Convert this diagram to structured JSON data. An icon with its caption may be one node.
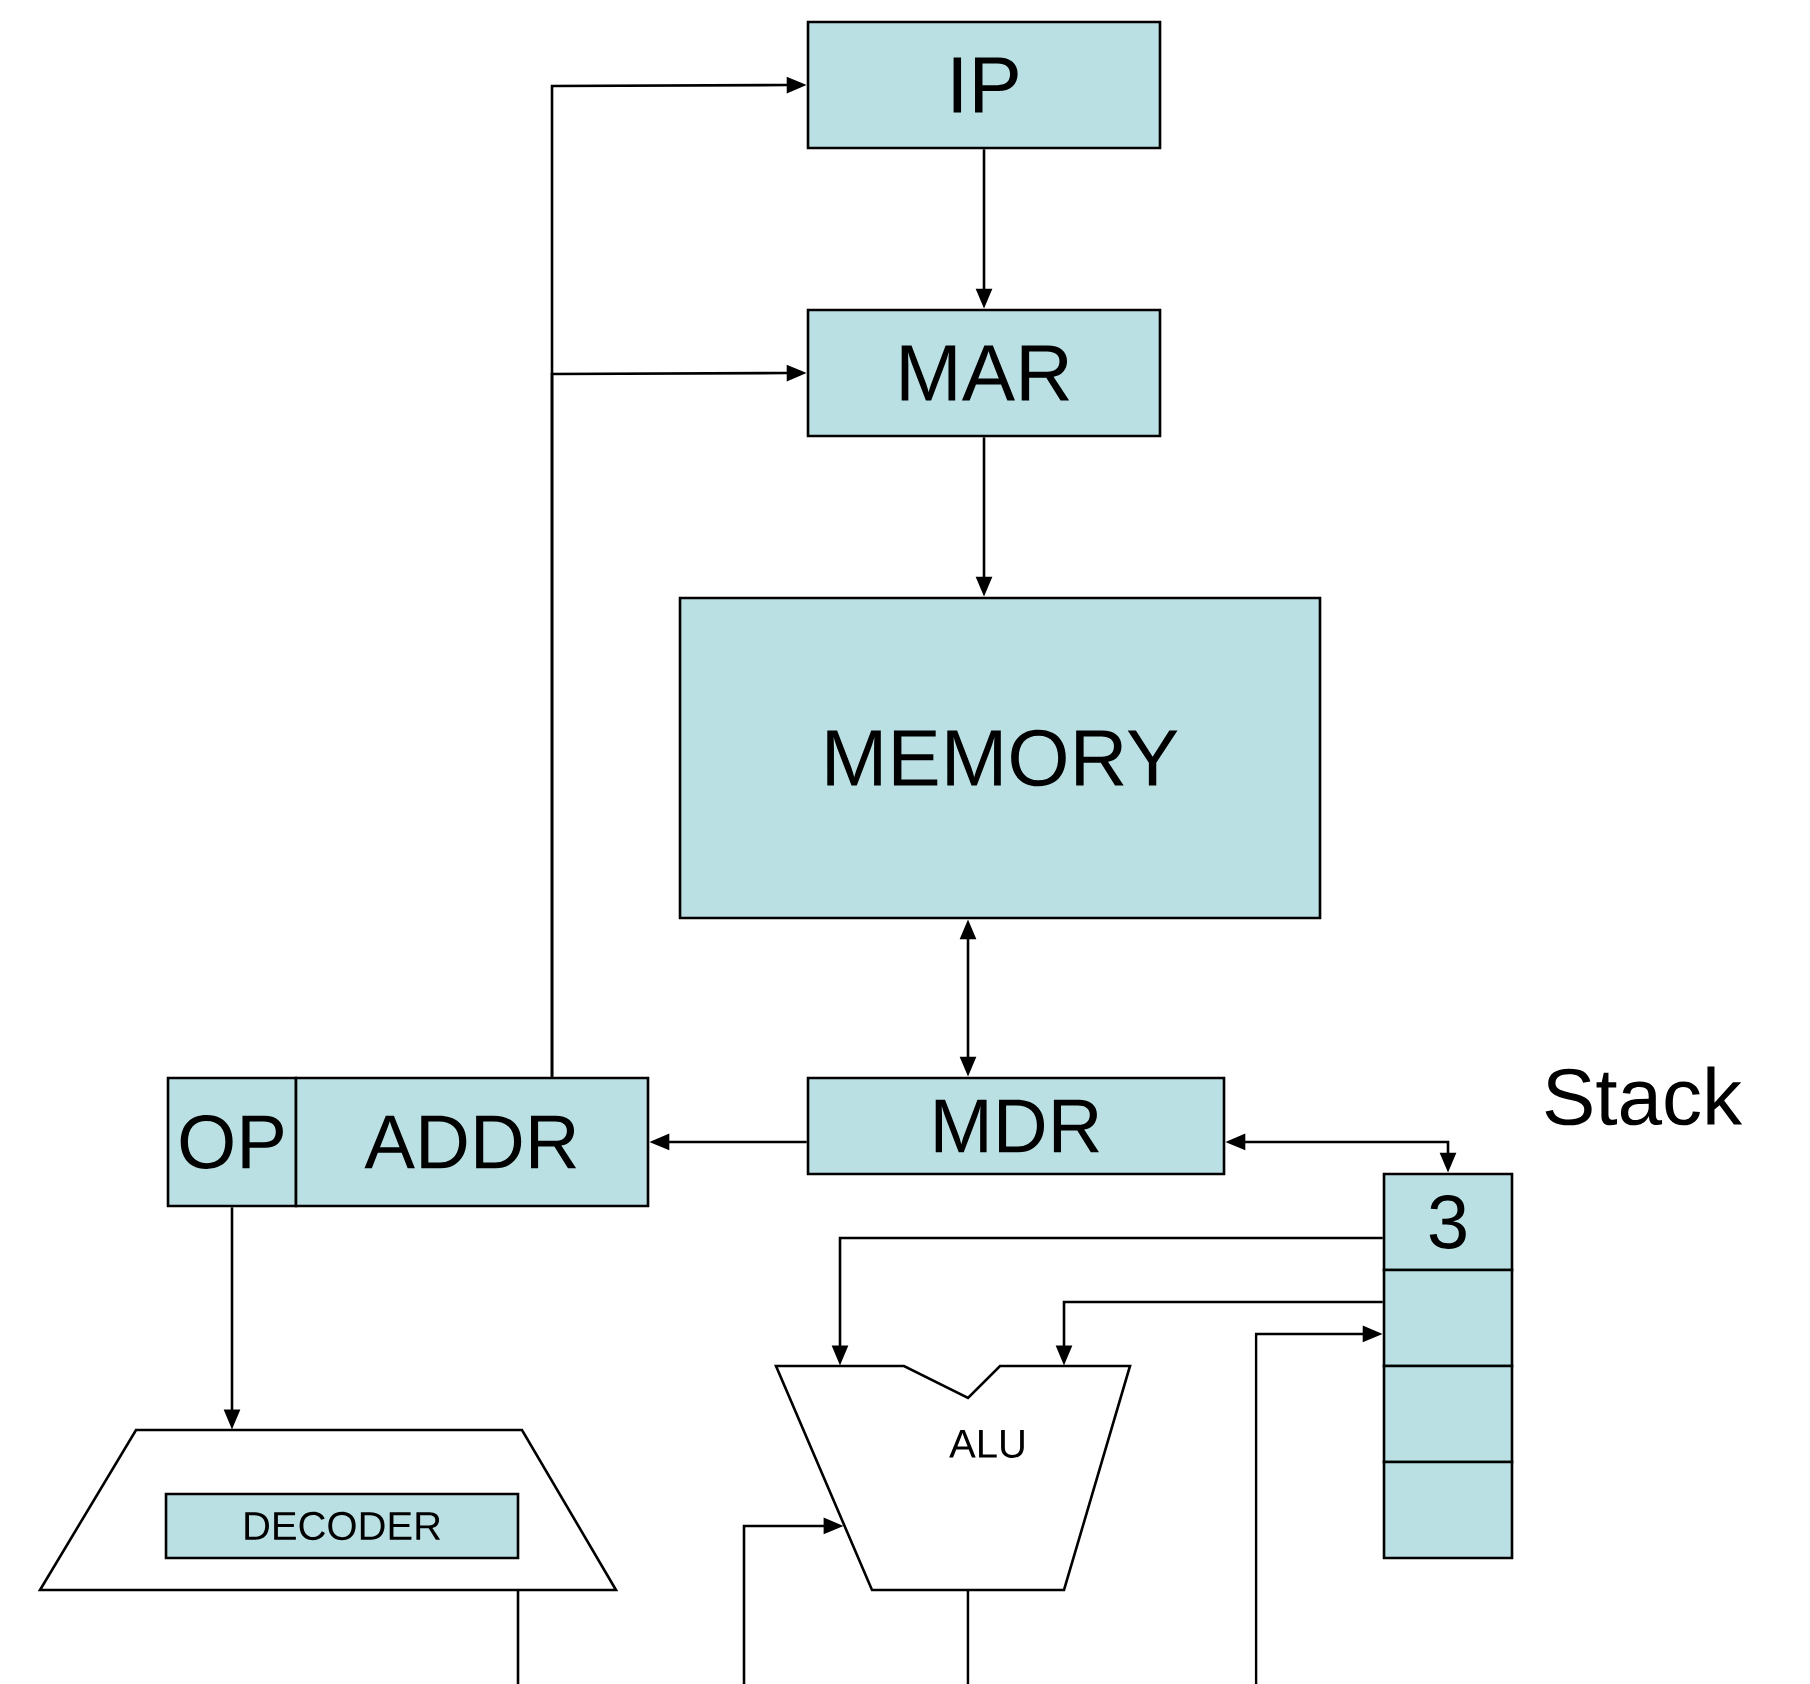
{
  "diagram": {
    "nodes": [
      {
        "text": [
          "IP"
        ]
      },
      {
        "text": [
          "MAR"
        ]
      },
      {
        "text": [
          "MEMORY"
        ]
      },
      {
        "text": [
          "MDR"
        ]
      },
      {
        "text": [
          "OP"
        ]
      },
      {
        "text": [
          "ADDR"
        ]
      },
      {
        "text": [
          "3"
        ]
      },
      {
        "text": [],
        "shape": "box"
      },
      {
        "text": [],
        "shape": "box"
      },
      {
        "text": [],
        "shape": "box"
      },
      {
        "text": [],
        "shape": "trapezoid"
      },
      {
        "text": [
          "DECODER"
        ],
        "in": 10
      },
      {
        "text": [
          "ALU"
        ]
      }
    ],
    "edges": [
      {
        "from": 0,
        "to": 1,
        "arrow": "to"
      },
      {
        "from": 1,
        "to": 2,
        "arrow": "to"
      },
      {
        "from": 2,
        "to": 3,
        "arrow": "both"
      },
      {
        "from": 3,
        "to": 5,
        "arrow": "to"
      },
      {
        "from": 5,
        "to": 0,
        "arrow": "to"
      },
      {
        "from": 5,
        "to": 1,
        "arrow": "to"
      },
      {
        "from": 3,
        "to": 6,
        "arrow": "both"
      },
      {
        "from": 4,
        "to": 10,
        "arrow": "to"
      },
      {
        "from": 6,
        "to": 12,
        "arrow": "to"
      },
      {
        "from": 7,
        "to": 12,
        "arrow": "to"
      },
      {
        "from": null,
        "to": 7,
        "arrow": "to"
      },
      {
        "from": null,
        "to": 12,
        "arrow": "to"
      },
      {
        "from": 10,
        "to": null,
        "arrow": "none"
      },
      {
        "from": 12,
        "to": null,
        "arrow": "none"
      }
    ],
    "labels": [
      "Stack"
    ]
  }
}
